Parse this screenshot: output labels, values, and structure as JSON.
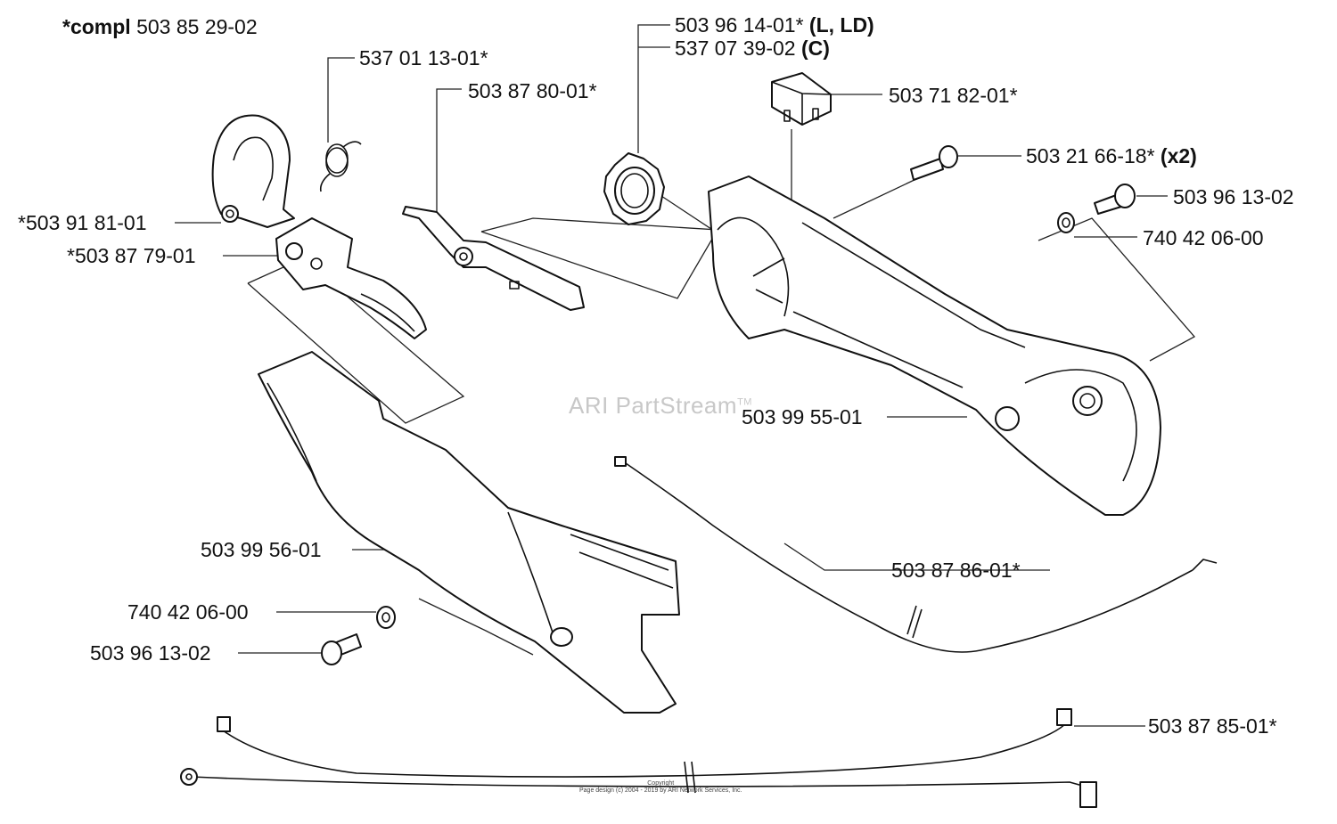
{
  "title": {
    "prefix": "*compl",
    "number": "503 85 29-02"
  },
  "watermark": {
    "text": "ARI PartStream",
    "mark": "TM"
  },
  "copyright": {
    "line1": "Copyright",
    "line2": "Page design (c) 2004 - 2019 by ARI Network Services, Inc."
  },
  "labels": {
    "part_5370113": "537 01 13-01*",
    "part_5038780": "503 87 80-01*",
    "part_5039614": "503 96 14-01*",
    "part_5039614_variant": "(L, LD)",
    "part_5370739": "537 07 39-02",
    "part_5370739_variant": "(C)",
    "part_5037182": "503 71 82-01*",
    "part_5032166": "503 21 66-18*",
    "part_5032166_qty": "(x2)",
    "part_5039613_top": "503 96 13-02",
    "part_7404206_top": "740 42 06-00",
    "part_5039181": "*503 91 81-01",
    "part_5038779": "*503 87 79-01",
    "part_5039955": "503 99 55-01",
    "part_5039956": "503 99 56-01",
    "part_5038786": "503 87 86-01*",
    "part_7404206_bottom": "740 42 06-00",
    "part_5039613_bottom": "503 96 13-02",
    "part_5038785": "503 87 85-01*"
  }
}
